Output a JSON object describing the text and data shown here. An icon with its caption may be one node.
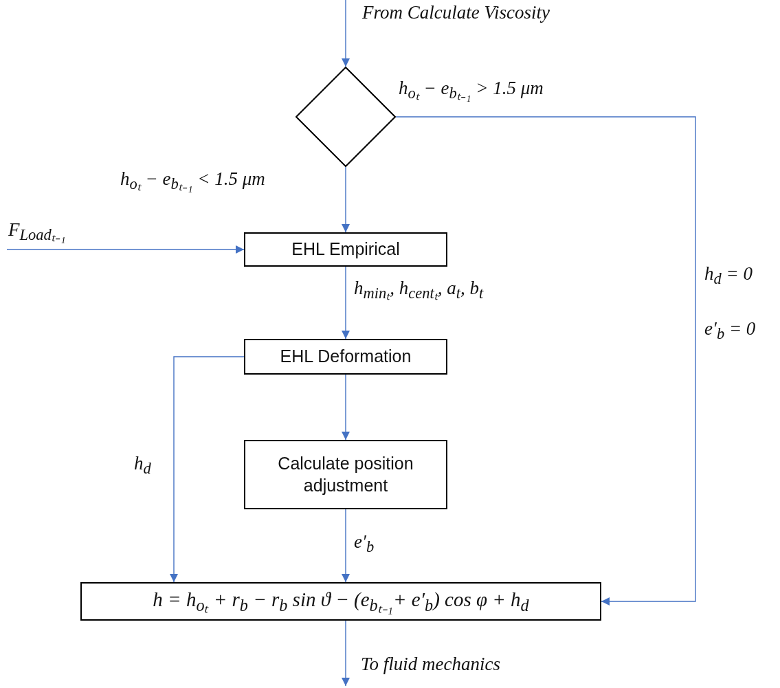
{
  "diagram": {
    "nodes": [
      {
        "text": [],
        "shape": "diamond"
      },
      {
        "text": [
          "EHL Empirical"
        ]
      },
      {
        "text": [
          "EHL Deformation"
        ]
      },
      {
        "text": [
          "Calculate position adjustment"
        ]
      },
      {
        "text": [
          "h = h$_{oₜ}$ + r$_{b}$ − r$_{b}$ sin ϑ − (e$_{bₜ₋₁}$+ e′$_{b}$) cos φ + h$_{d}$"
        ]
      }
    ],
    "edges": [
      {
        "from": null,
        "to": 0,
        "arrow": "to",
        "label": "From Calculate Viscosity"
      },
      {
        "from": 0,
        "to": 1,
        "arrow": "to",
        "label": "h$_{oₜ}$ − e$_{bₜ₋₁}$ < 1.5 μm"
      },
      {
        "from": 0,
        "to": 4,
        "arrow": "to",
        "label": "h$_{oₜ}$ − e$_{bₜ₋₁}$ > 1.5 μm"
      },
      {
        "from": null,
        "to": 1,
        "arrow": "to",
        "label": "F$_{Loadₜ₋₁}$"
      },
      {
        "from": 1,
        "to": 2,
        "arrow": "to",
        "label": "h$_{minₜ}$,  h$_{centₜ}$,  a$_{t}$,  b$_{t}$"
      },
      {
        "from": 2,
        "to": 4,
        "arrow": "to",
        "label": "h$_{d}$"
      },
      {
        "from": 2,
        "to": 3,
        "arrow": "to"
      },
      {
        "from": 3,
        "to": 4,
        "arrow": "to",
        "label": "e′$_{b}$"
      },
      {
        "from": 4,
        "to": null,
        "arrow": "to",
        "label": "To fluid mechanics"
      }
    ],
    "labels": [
      "h$_{d}$ = 0",
      "e′$_{b}$ = 0"
    ]
  }
}
